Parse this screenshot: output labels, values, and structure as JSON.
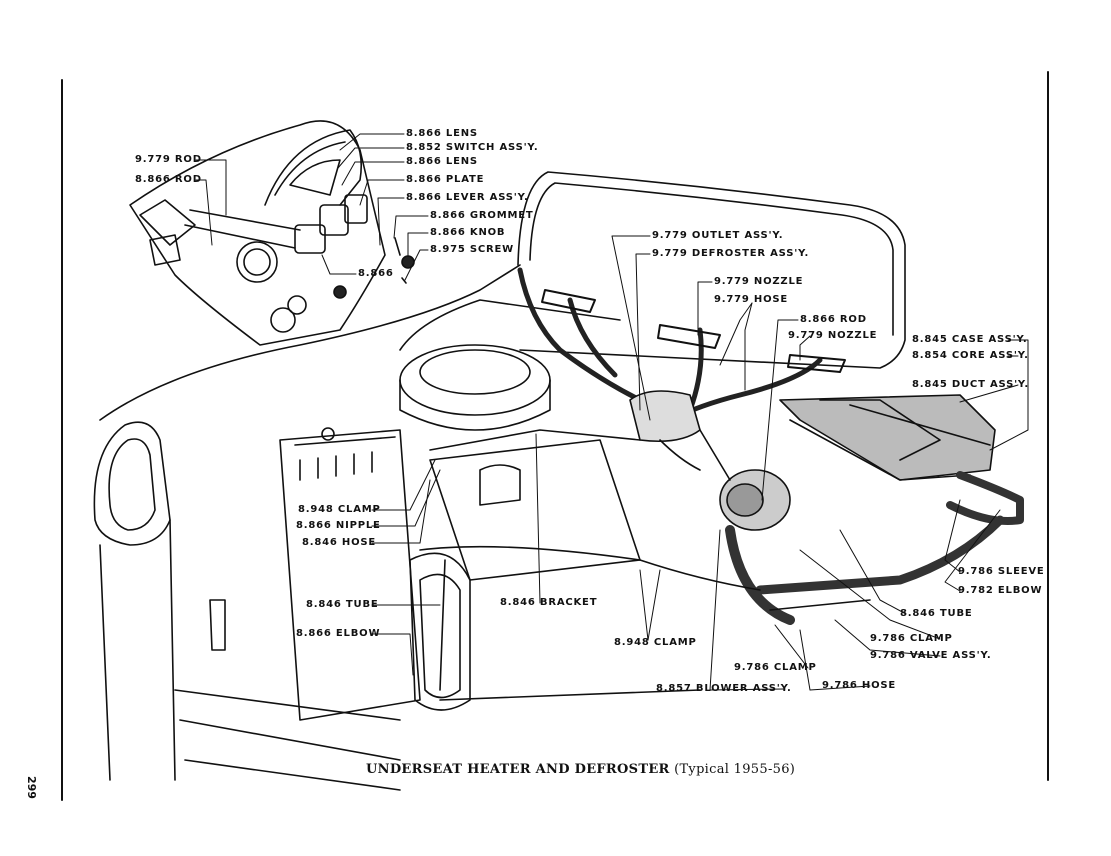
{
  "page_number": "299",
  "caption": {
    "main": "UNDERSEAT HEATER AND DEFROSTER",
    "sub": "(Typical 1955-56)"
  },
  "labels": {
    "lens_top": "8.866 LENS",
    "switch_assy": "8.852 SWITCH ASS'Y.",
    "lens_mid": "8.866 LENS",
    "plate": "8.866 PLATE",
    "lever_assy": "8.866 LEVER ASS'Y.",
    "grommet": "8.866 GROMMET",
    "knob": "8.866 KNOB",
    "screw": "8.975 SCREW",
    "rod_left_top": "9.779 ROD",
    "rod_left_bottom": "8.866 ROD",
    "rod_unit": "8.866",
    "outlet_assy": "9.779 OUTLET ASS'Y.",
    "defroster_assy": "9.779 DEFROSTER ASS'Y.",
    "nozzle_top": "9.779 NOZZLE",
    "hose_top": "9.779 HOSE",
    "rod_right": "8.866 ROD",
    "nozzle_right": "9.779 NOZZLE",
    "case_assy": "8.845 CASE ASS'Y.",
    "core_assy": "8.854 CORE ASS'Y.",
    "duct_assy": "8.845 DUCT ASS'Y.",
    "clamp_left": "8.948 CLAMP",
    "nipple": "8.866 NIPPLE",
    "hose_left": "8.846 HOSE",
    "tube_left": "8.846 TUBE",
    "bracket": "8.846 BRACKET",
    "elbow_left": "8.866 ELBOW",
    "clamp_mid": "8.948 CLAMP",
    "sleeve": "9.786 SLEEVE",
    "elbow_right": "9.782 ELBOW",
    "tube_right": "8.846 TUBE",
    "clamp_right": "9.786 CLAMP",
    "valve_assy": "9.786 VALVE ASS'Y.",
    "clamp_low": "9.786 CLAMP",
    "hose_low": "9.786 HOSE",
    "blower_assy": "8.857 BLOWER ASS'Y."
  }
}
